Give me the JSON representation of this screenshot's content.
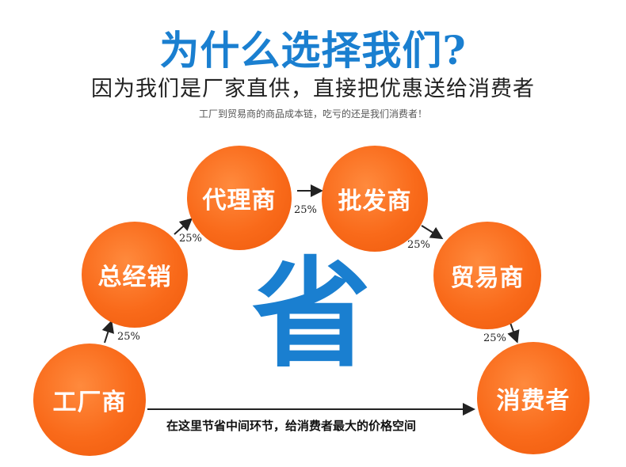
{
  "header": {
    "title": "为什么选择我们?",
    "subtitle": "因为我们是厂家直供，直接把优惠送给消费者",
    "caption": "工厂到贸易商的商品成本链，吃亏的还是我们消费者！"
  },
  "nodes": [
    {
      "label": "工厂商"
    },
    {
      "label": "总经销"
    },
    {
      "label": "代理商"
    },
    {
      "label": "批发商"
    },
    {
      "label": "贸易商"
    },
    {
      "label": "消费者"
    }
  ],
  "markups": [
    "25%",
    "25%",
    "25%",
    "25%",
    "25%"
  ],
  "center_char": "省",
  "bottom_note": "在这里节省中间环节，给消费者最大的价格空间",
  "colors": {
    "title": "#1a7fd0",
    "node": "#f96a1a",
    "arrow": "#222222"
  }
}
